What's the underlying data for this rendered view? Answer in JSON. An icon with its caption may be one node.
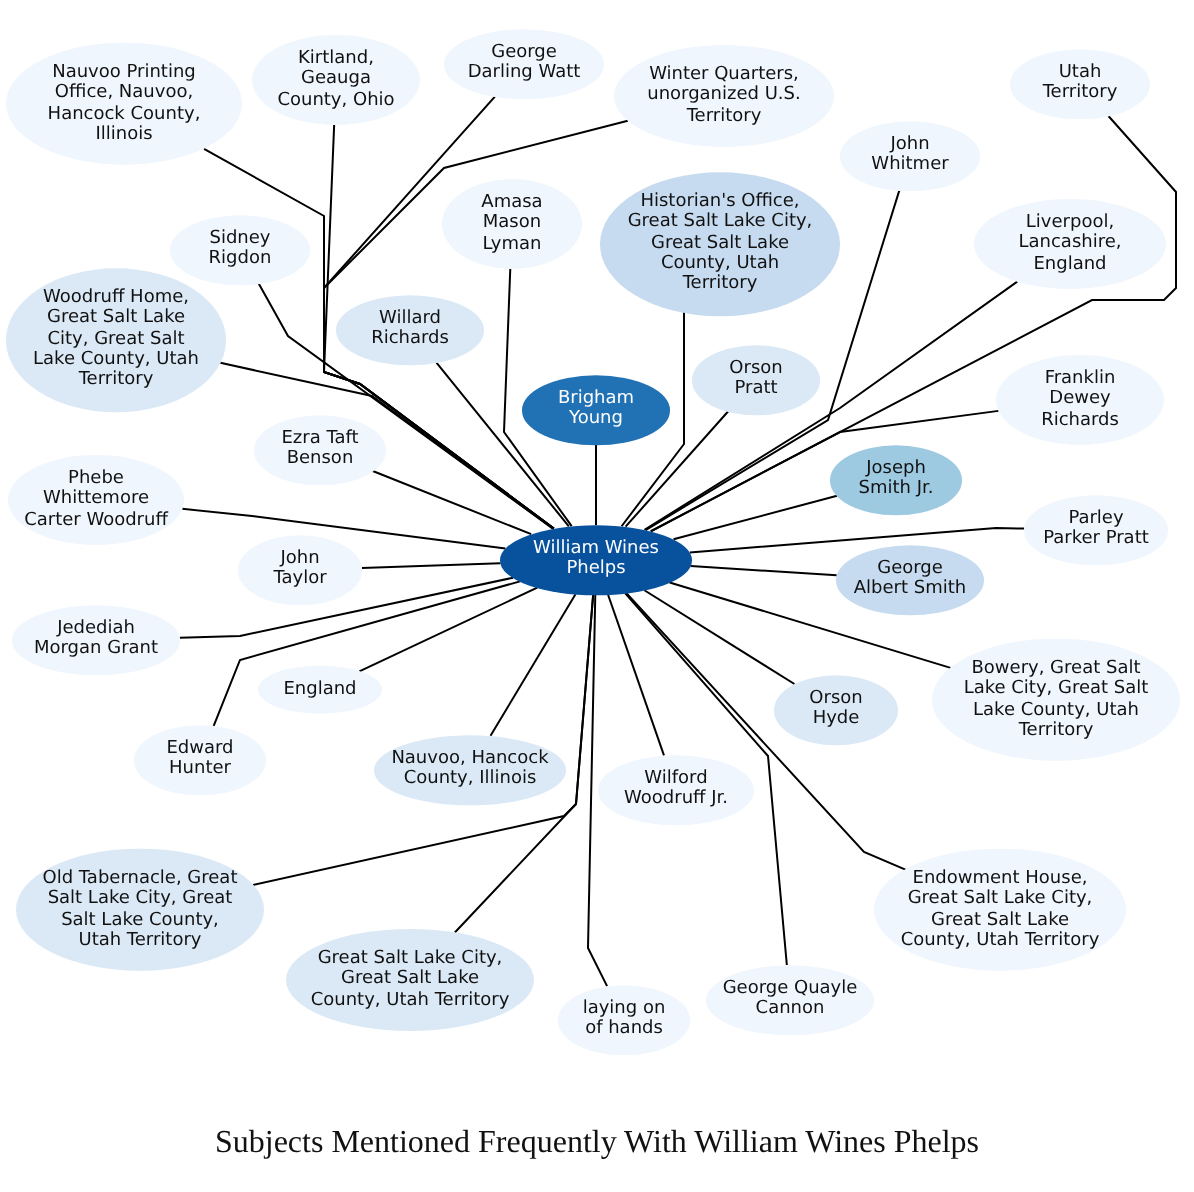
{
  "diagram": {
    "title": "Subjects Mentioned Frequently With William Wines Phelps",
    "nodes": [
      {
        "text": [
          "William Wines Phelps"
        ]
      },
      {
        "text": [
          "Brigham Young"
        ]
      },
      {
        "text": [
          "Joseph Smith Jr."
        ]
      },
      {
        "text": [
          "George Albert Smith"
        ]
      },
      {
        "text": [
          "Historian's Office, Great Salt Lake City, Great Salt Lake County, Utah Territory"
        ]
      },
      {
        "text": [
          "Woodruff Home, Great Salt Lake City, Great Salt Lake County, Utah Territory"
        ]
      },
      {
        "text": [
          "Willard Richards"
        ]
      },
      {
        "text": [
          "Orson Pratt"
        ]
      },
      {
        "text": [
          "Great Salt Lake City, Great Salt Lake County, Utah Territory"
        ]
      },
      {
        "text": [
          "Orson Hyde"
        ]
      },
      {
        "text": [
          "Nauvoo, Hancock County, Illinois"
        ]
      },
      {
        "text": [
          "Old Tabernacle, Great Salt Lake City, Great Salt Lake County, Utah Territory"
        ]
      },
      {
        "text": [
          "Wilford Woodruff Jr."
        ]
      },
      {
        "text": [
          "Sidney Rigdon"
        ]
      },
      {
        "text": [
          "Amasa Mason Lyman"
        ]
      },
      {
        "text": [
          "Kirtland, Geauga County, Ohio"
        ]
      },
      {
        "text": [
          "George Darling Watt"
        ]
      },
      {
        "text": [
          "Winter Quarters, unorganized U.S. Territory"
        ]
      },
      {
        "text": [
          "John Whitmer"
        ]
      },
      {
        "text": [
          "Utah Territory"
        ]
      },
      {
        "text": [
          "Liverpool, Lancashire, England"
        ]
      },
      {
        "text": [
          "Franklin Dewey Richards"
        ]
      },
      {
        "text": [
          "Parley Parker Pratt"
        ]
      },
      {
        "text": [
          "Bowery, Great Salt Lake City, Great Salt Lake County, Utah Territory"
        ]
      },
      {
        "text": [
          "Endowment House, Great Salt Lake City, Great Salt Lake County, Utah Territory"
        ]
      },
      {
        "text": [
          "George Quayle Cannon"
        ]
      },
      {
        "text": [
          "laying on of hands"
        ]
      },
      {
        "text": [
          "England"
        ]
      },
      {
        "text": [
          "Edward Hunter"
        ]
      },
      {
        "text": [
          "Jedediah Morgan Grant"
        ]
      },
      {
        "text": [
          "Phebe Whittemore Carter Woodruff"
        ]
      },
      {
        "text": [
          "John Taylor"
        ]
      },
      {
        "text": [
          "Ezra Taft Benson"
        ]
      },
      {
        "text": [
          "Nauvoo Printing Office, Nauvoo, Hancock County, Illinois"
        ]
      }
    ],
    "edges": [
      {
        "from": 0,
        "to": 1,
        "arrow": "none"
      },
      {
        "from": 0,
        "to": 2,
        "arrow": "none"
      },
      {
        "from": 0,
        "to": 3,
        "arrow": "none"
      },
      {
        "from": 0,
        "to": 4,
        "arrow": "none"
      },
      {
        "from": 0,
        "to": 5,
        "arrow": "none"
      },
      {
        "from": 0,
        "to": 6,
        "arrow": "none"
      },
      {
        "from": 0,
        "to": 7,
        "arrow": "none"
      },
      {
        "from": 0,
        "to": 8,
        "arrow": "none"
      },
      {
        "from": 0,
        "to": 9,
        "arrow": "none"
      },
      {
        "from": 0,
        "to": 10,
        "arrow": "none"
      },
      {
        "from": 0,
        "to": 11,
        "arrow": "none"
      },
      {
        "from": 0,
        "to": 12,
        "arrow": "none"
      },
      {
        "from": 0,
        "to": 13,
        "arrow": "none"
      },
      {
        "from": 0,
        "to": 14,
        "arrow": "none"
      },
      {
        "from": 0,
        "to": 15,
        "arrow": "none"
      },
      {
        "from": 0,
        "to": 16,
        "arrow": "none"
      },
      {
        "from": 0,
        "to": 17,
        "arrow": "none"
      },
      {
        "from": 0,
        "to": 18,
        "arrow": "none"
      },
      {
        "from": 0,
        "to": 19,
        "arrow": "none"
      },
      {
        "from": 0,
        "to": 20,
        "arrow": "none"
      },
      {
        "from": 0,
        "to": 21,
        "arrow": "none"
      },
      {
        "from": 0,
        "to": 22,
        "arrow": "none"
      },
      {
        "from": 0,
        "to": 23,
        "arrow": "none"
      },
      {
        "from": 0,
        "to": 24,
        "arrow": "none"
      },
      {
        "from": 0,
        "to": 25,
        "arrow": "none"
      },
      {
        "from": 0,
        "to": 26,
        "arrow": "none"
      },
      {
        "from": 0,
        "to": 27,
        "arrow": "none"
      },
      {
        "from": 0,
        "to": 28,
        "arrow": "none"
      },
      {
        "from": 0,
        "to": 29,
        "arrow": "none"
      },
      {
        "from": 0,
        "to": 30,
        "arrow": "none"
      },
      {
        "from": 0,
        "to": 31,
        "arrow": "none"
      },
      {
        "from": 0,
        "to": 32,
        "arrow": "none"
      },
      {
        "from": 0,
        "to": 33,
        "arrow": "none"
      }
    ]
  }
}
